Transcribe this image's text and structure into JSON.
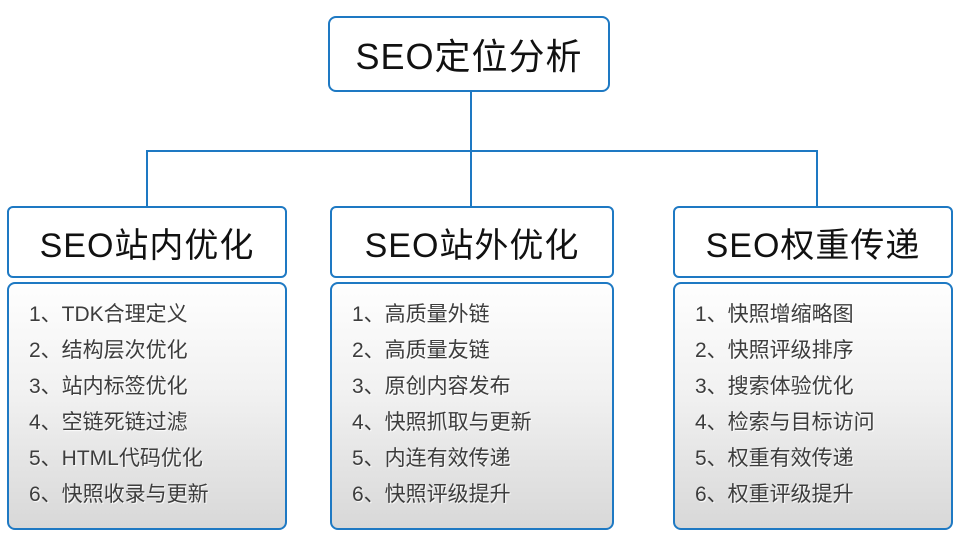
{
  "diagram": {
    "root": {
      "label": "SEO定位分析"
    },
    "columns": [
      {
        "title": "SEO站内优化",
        "items": [
          "1、TDK合理定义",
          "2、结构层次优化",
          "3、站内标签优化",
          "4、空链死链过滤",
          "5、HTML代码优化",
          "6、快照收录与更新"
        ]
      },
      {
        "title": "SEO站外优化",
        "items": [
          "1、高质量外链",
          "2、高质量友链",
          "3、原创内容发布",
          "4、快照抓取与更新",
          "5、内连有效传递",
          "6、快照评级提升"
        ]
      },
      {
        "title": "SEO权重传递",
        "items": [
          "1、快照增缩略图",
          "2、快照评级排序",
          "3、搜索体验优化",
          "4、检索与目标访问",
          "5、权重有效传递",
          "6、权重评级提升"
        ]
      }
    ],
    "colors": {
      "connector_blue": "#1e79c3",
      "box_border_blue": "#1e79c3",
      "title_text": "#111111",
      "list_text": "#3d3d3d",
      "list_gradient_top": "#fefefe",
      "list_gradient_bottom": "#d8d8d8",
      "background": "#ffffff"
    }
  }
}
